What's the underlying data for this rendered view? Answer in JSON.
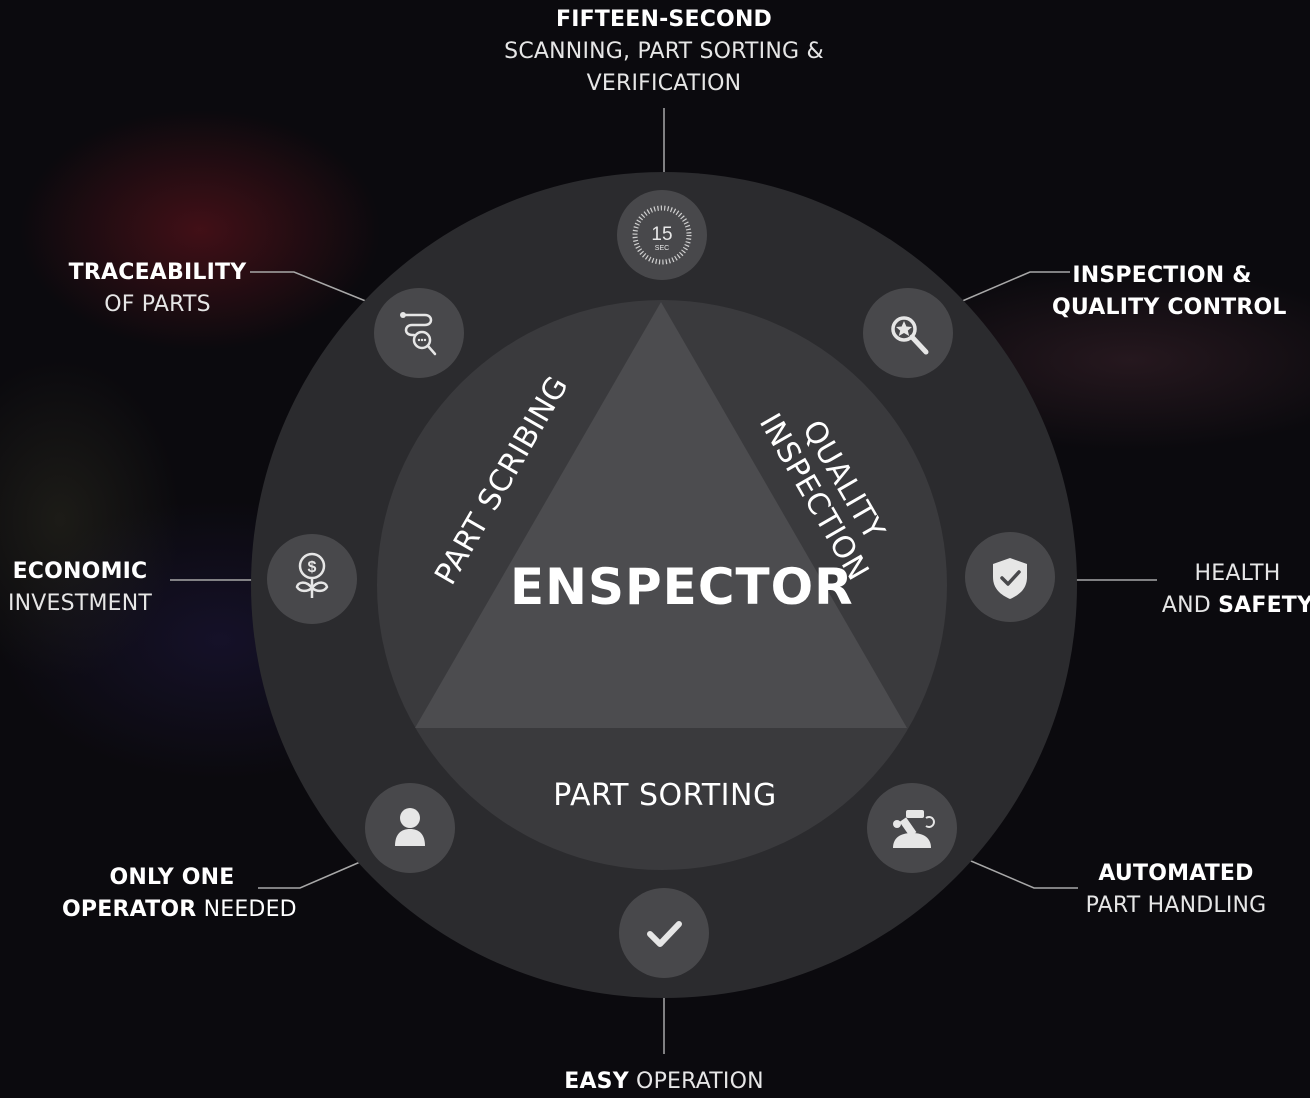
{
  "diagram": {
    "title": "ENSPECTOR",
    "inner_labels": {
      "part_scribing": "PART SCRIBING",
      "quality_line1": "QUALITY",
      "quality_line2": "INSPECTION",
      "part_sorting": "PART SORTING"
    },
    "nodes": [
      {
        "id": "fifteen",
        "icon": "timer-15-sec-icon",
        "icon_text_main": "15",
        "icon_text_sub": "SEC",
        "label_bold": "FIFTEEN-SECOND",
        "label_line2": "SCANNING, PART SORTING &",
        "label_line3": "VERIFICATION"
      },
      {
        "id": "inspection",
        "icon": "magnifier-star-icon",
        "label_line1": "INSPECTION &",
        "label_line2": "QUALITY CONTROL"
      },
      {
        "id": "health",
        "icon": "shield-check-icon",
        "label_line1": "HEALTH",
        "label_line2_prefix": "AND ",
        "label_line2_bold": "SAFETY"
      },
      {
        "id": "automated",
        "icon": "robot-arm-icon",
        "label_bold": "AUTOMATED",
        "label_line2": "PART HANDLING"
      },
      {
        "id": "easy",
        "icon": "checkmark-icon",
        "label_bold": "EASY",
        "label_rest": " OPERATION"
      },
      {
        "id": "operator",
        "icon": "person-icon",
        "label_line1": "ONLY ONE",
        "label_line2_bold": "OPERATOR",
        "label_line2_rest": " NEEDED"
      },
      {
        "id": "economic",
        "icon": "money-plant-icon",
        "label_bold": "ECONOMIC",
        "label_line2": "INVESTMENT"
      },
      {
        "id": "traceability",
        "icon": "route-search-icon",
        "label_bold": "TRACEABILITY",
        "label_line2": "OF PARTS"
      }
    ],
    "colors": {
      "background": "#0b0a0e",
      "outer_ring": "#2b2b2e",
      "inner_disc": "#3a3a3d",
      "triangle": "#4c4c4f",
      "node_circle": "#48484b",
      "connector": "#a8a8a8"
    }
  }
}
